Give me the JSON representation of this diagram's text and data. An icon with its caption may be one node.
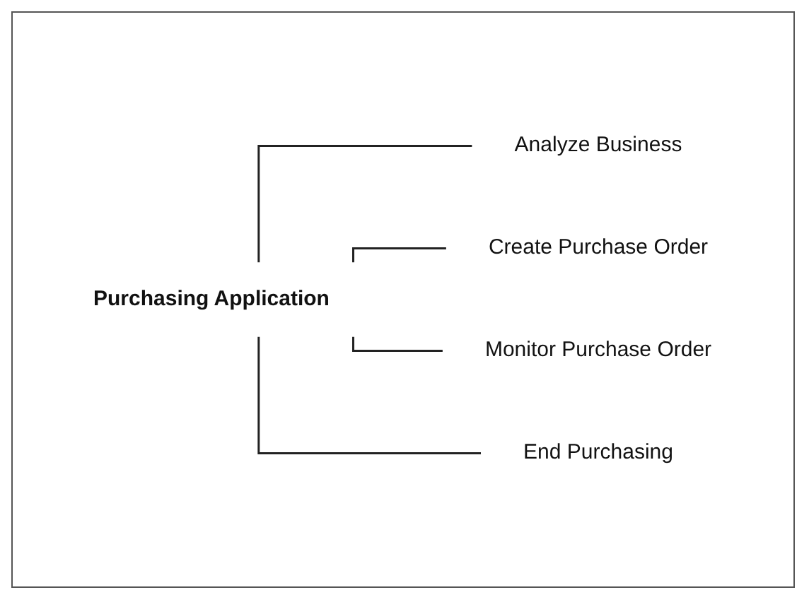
{
  "diagram": {
    "nodes": [
      {
        "text": [
          "Purchasing Application"
        ]
      },
      {
        "text": [
          "Analyze Business"
        ]
      },
      {
        "text": [
          "Create Purchase Order"
        ]
      },
      {
        "text": [
          "Monitor Purchase Order"
        ]
      },
      {
        "text": [
          "End Purchasing"
        ]
      }
    ],
    "edges": [
      {
        "from": 0,
        "to": 1,
        "arrow": "none"
      },
      {
        "from": 0,
        "to": 2,
        "arrow": "none"
      },
      {
        "from": 0,
        "to": 3,
        "arrow": "none"
      },
      {
        "from": 0,
        "to": 4,
        "arrow": "none"
      }
    ]
  }
}
